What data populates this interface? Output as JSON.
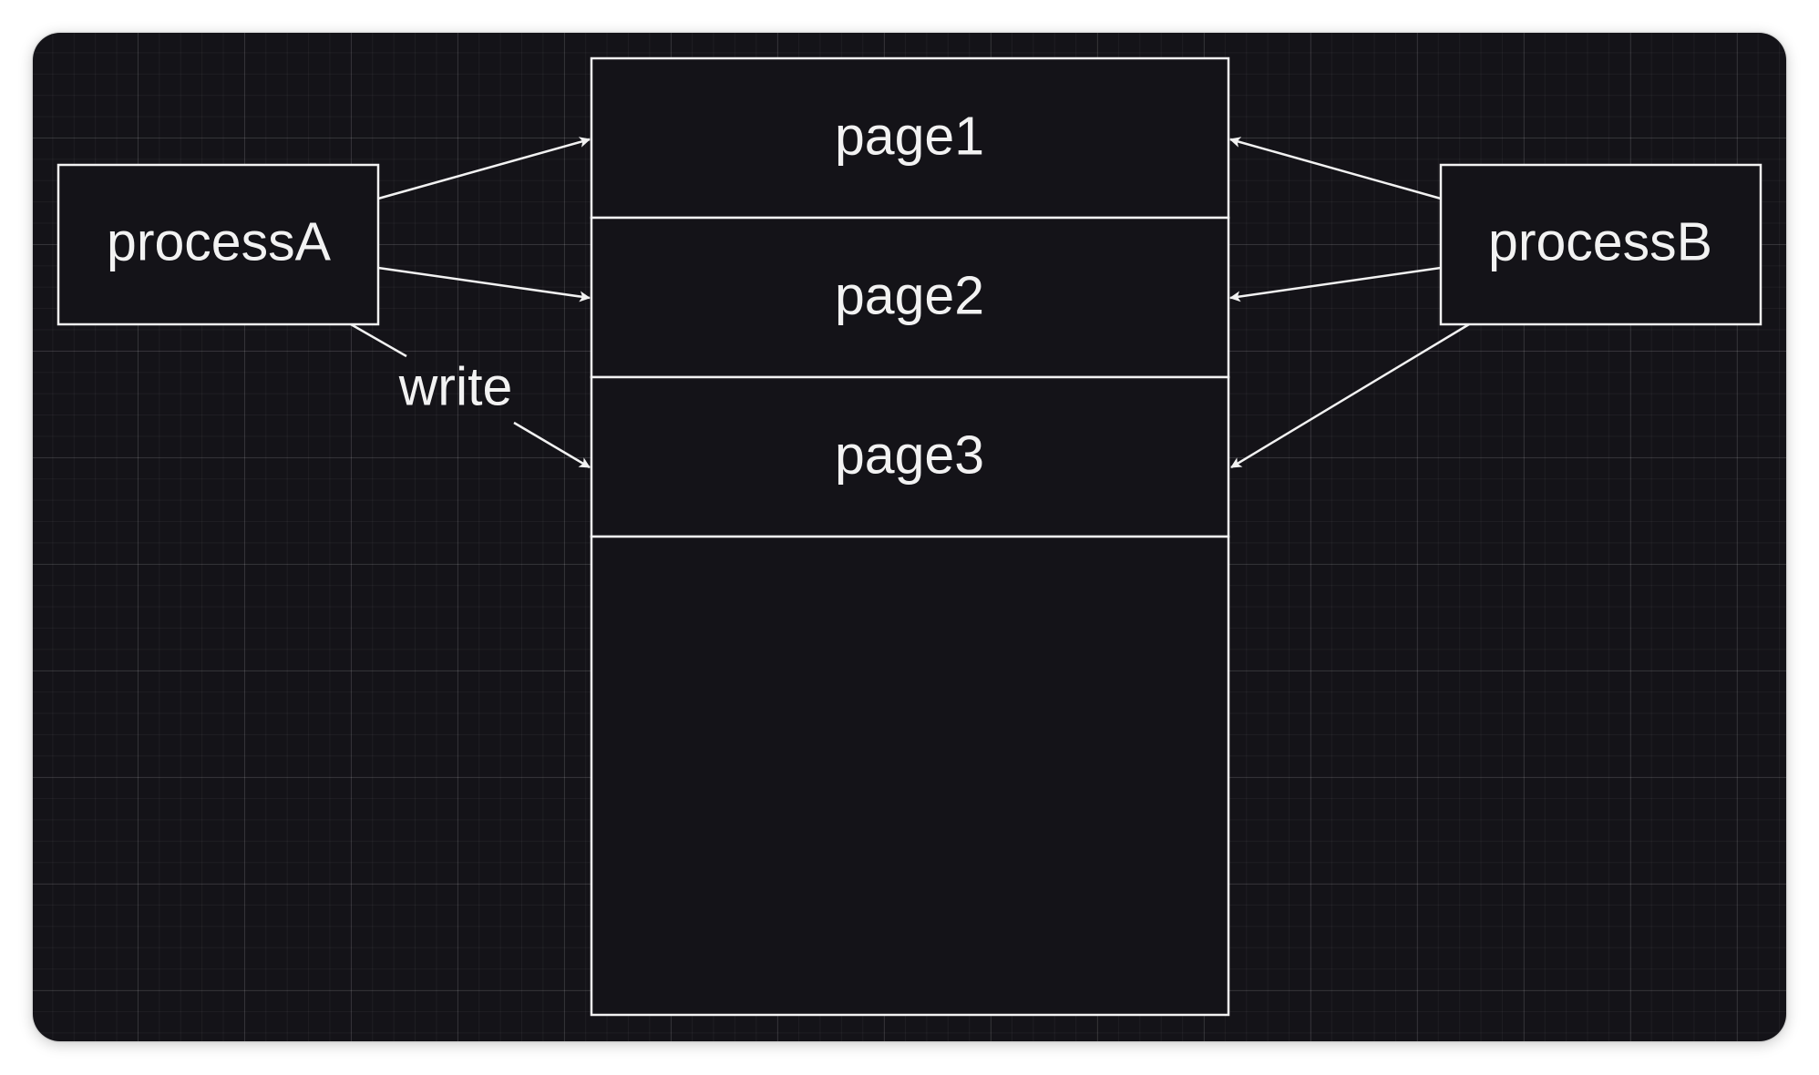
{
  "diagram": {
    "process_a": {
      "label": "processA"
    },
    "process_b": {
      "label": "processB"
    },
    "pages": [
      {
        "label": "page1"
      },
      {
        "label": "page2"
      },
      {
        "label": "page3"
      }
    ],
    "edge_label": "write",
    "colors": {
      "background": "#141318",
      "stroke": "#f2f2f2",
      "text": "#f2f2f2"
    }
  }
}
